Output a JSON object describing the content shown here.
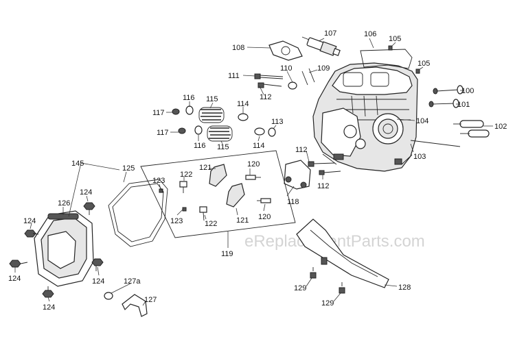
{
  "watermark": "eReplacementParts.com",
  "labels": {
    "l107": "107",
    "l106": "106",
    "l105a": "105",
    "l105b": "105",
    "l108": "108",
    "l110": "110",
    "l109": "109",
    "l111": "111",
    "l112a": "112",
    "l100": "100",
    "l101": "101",
    "l116a": "116",
    "l115a": "115",
    "l114a": "114",
    "l117a": "117",
    "l104": "104",
    "l113": "113",
    "l102": "102",
    "l117b": "117",
    "l116b": "116",
    "l115b": "115",
    "l114b": "114",
    "l103": "103",
    "l112b": "112",
    "l145": "145",
    "l125": "125",
    "l121a": "121",
    "l120a": "120",
    "l122a": "122",
    "l123a": "123",
    "l112c": "112",
    "l126": "126",
    "l124a": "124",
    "l118": "118",
    "l123b": "123",
    "l122b": "122",
    "l121b": "121",
    "l120b": "120",
    "l124b": "124",
    "l119": "119",
    "l124c": "124",
    "l124d": "124",
    "l127a": "127a",
    "l128": "128",
    "l129a": "129",
    "l127": "127",
    "l124e": "124",
    "l129b": "129"
  }
}
